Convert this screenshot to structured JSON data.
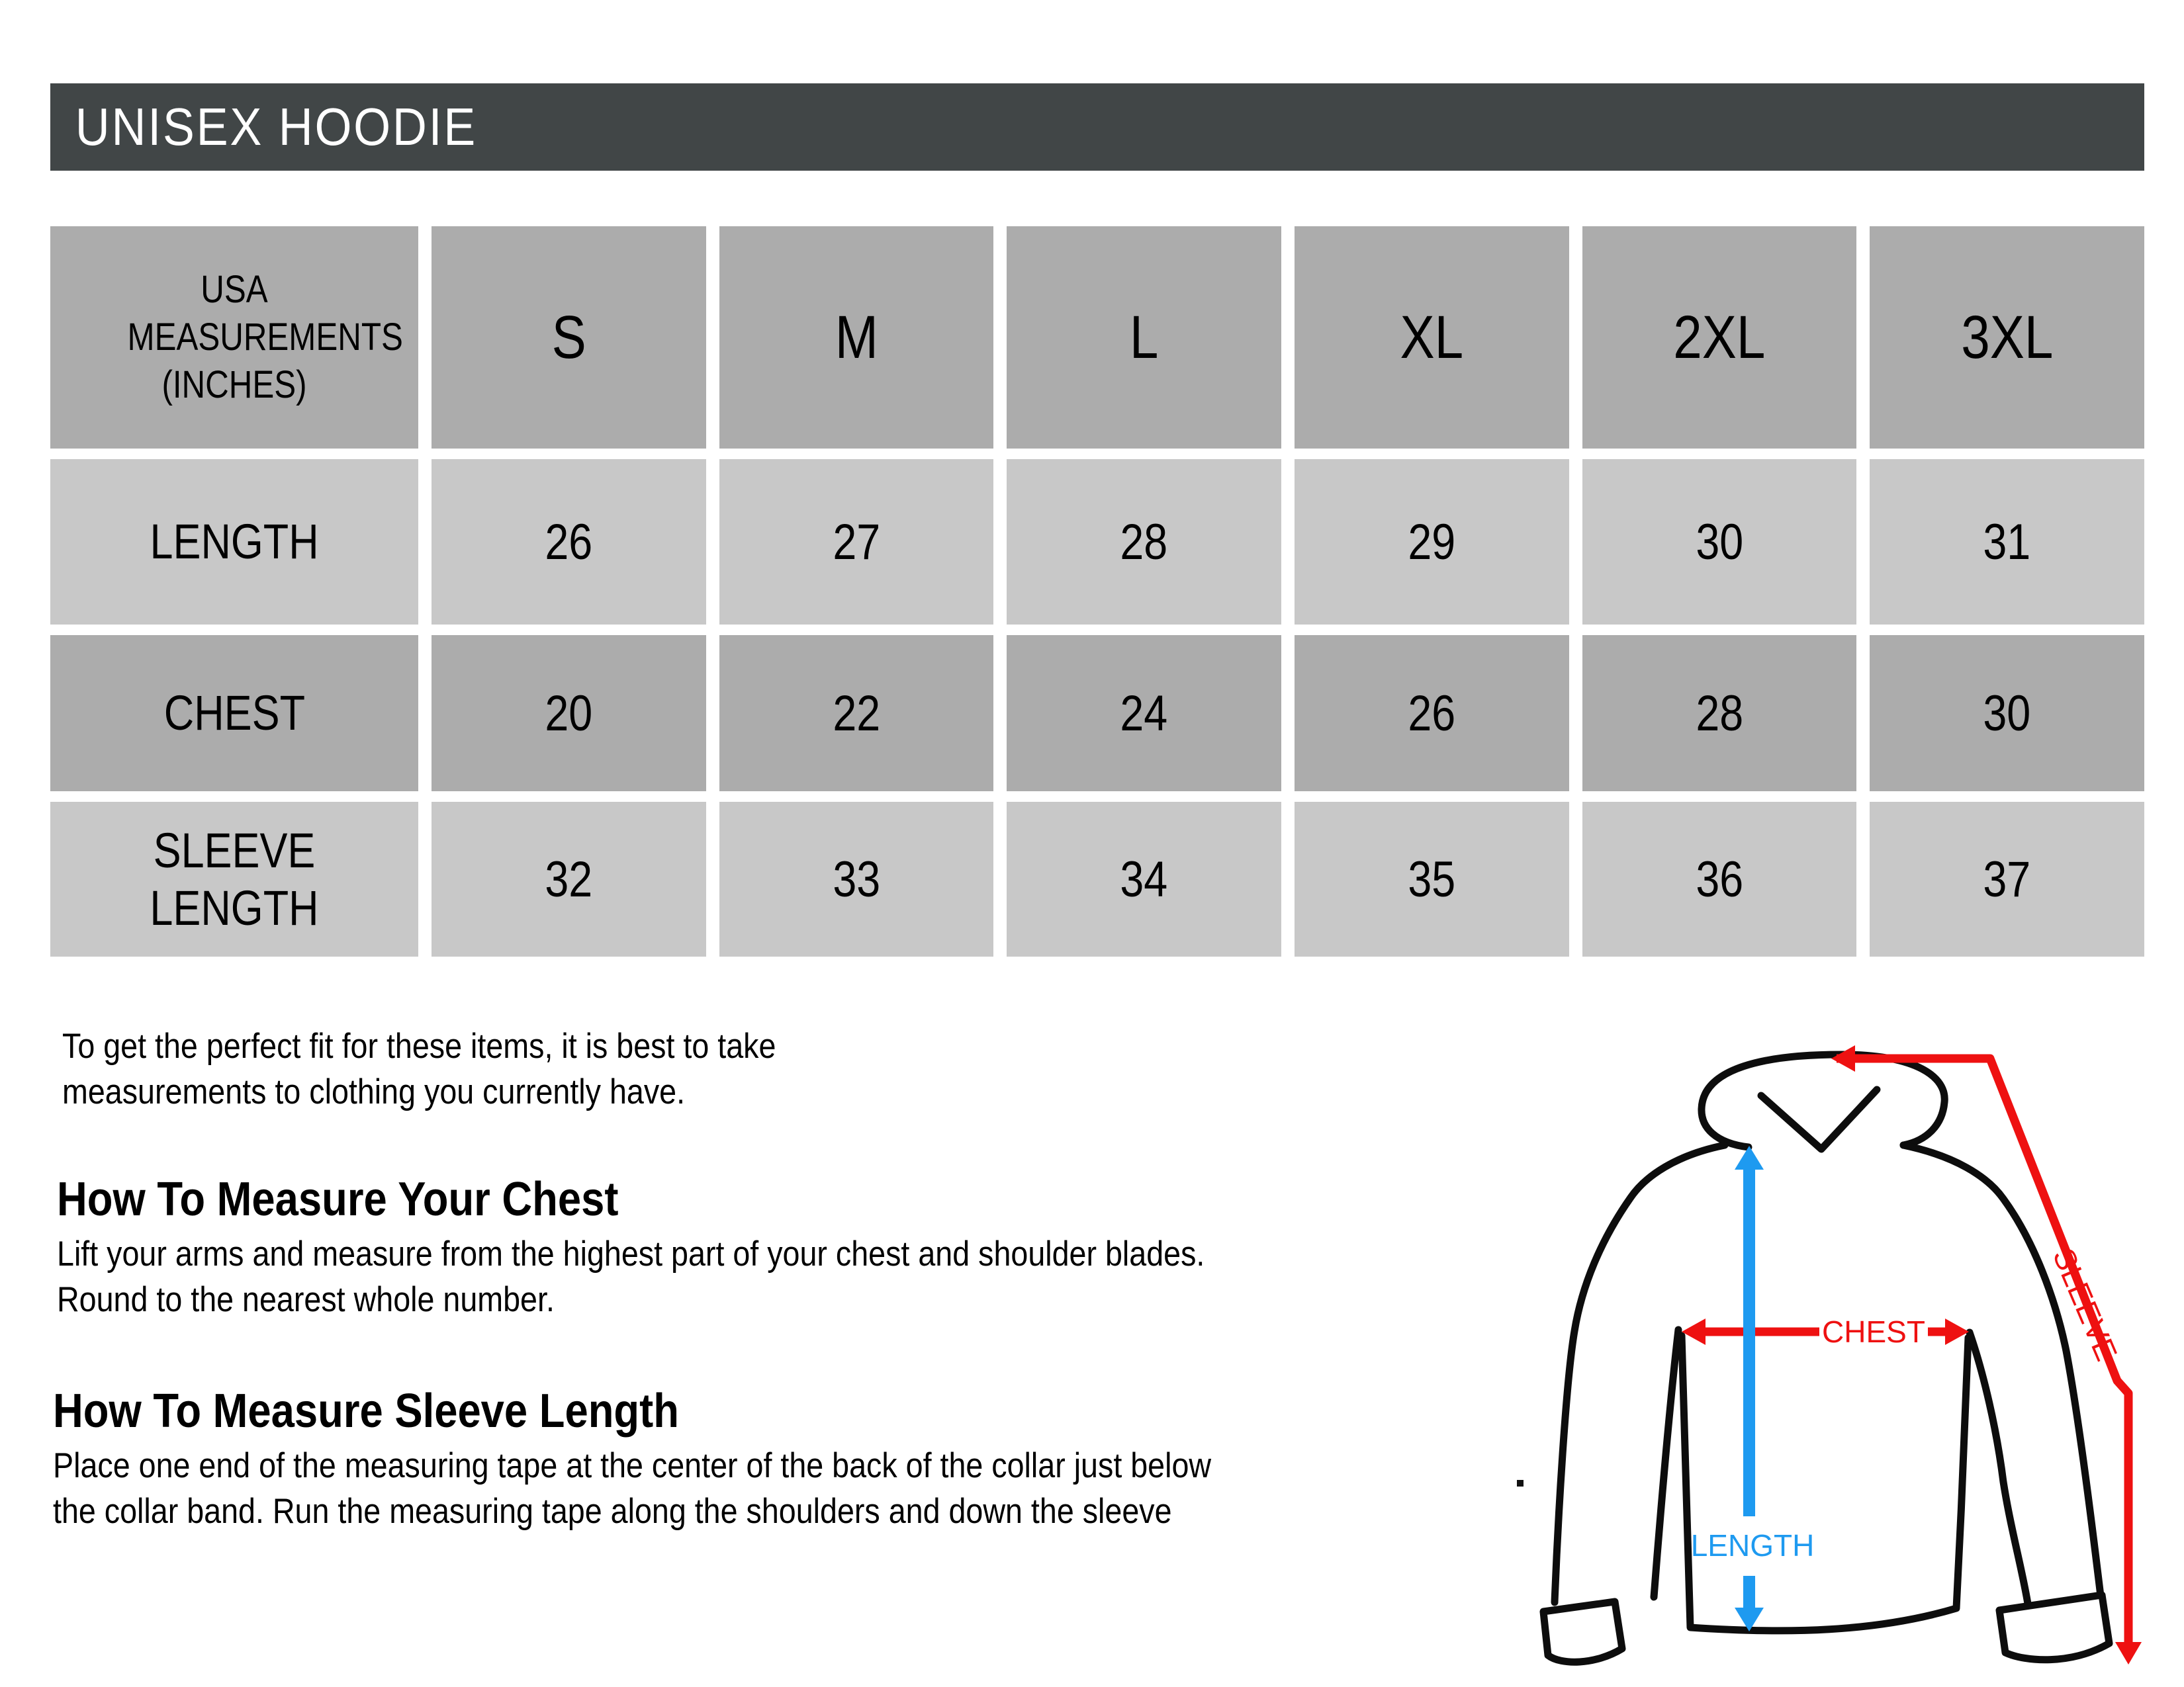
{
  "header": {
    "title": "UNISEX HOODIE",
    "bar_color": "#414647",
    "text_color": "#FFFFFF"
  },
  "size_table": {
    "corner_header": "USA MEASUREMENTS (INCHES)",
    "size_columns": [
      "S",
      "M",
      "L",
      "XL",
      "2XL",
      "3XL"
    ],
    "rows": [
      {
        "label": "LENGTH",
        "values": [
          "26",
          "27",
          "28",
          "29",
          "30",
          "31"
        ]
      },
      {
        "label": "CHEST",
        "values": [
          "20",
          "22",
          "24",
          "26",
          "28",
          "30"
        ]
      },
      {
        "label": "SLEEVE LENGTH",
        "values": [
          "32",
          "33",
          "34",
          "35",
          "36",
          "37"
        ]
      }
    ],
    "dark_row_color": "#ACACAC",
    "light_row_color": "#C8C8C8"
  },
  "notes": {
    "intro_text": "To get the perfect fit for these items, it is best to take\nmeasurements to clothing you currently have.",
    "sections": [
      {
        "heading": "How To Measure Your Chest",
        "body_text": "Lift your arms and measure from the highest part of your chest and shoulder blades.\nRound to the nearest whole number."
      },
      {
        "heading": "How To Measure Sleeve Length",
        "body_text": "Place one end of the measuring tape at the center of the back of the collar just below\nthe collar band. Run the measuring tape along the shoulders and down the sleeve"
      }
    ]
  },
  "diagram": {
    "sleeve_label": "SLEEVE",
    "chest_label": "CHEST",
    "length_label": "LENGTH",
    "outline_color": "#0D0D0D",
    "red_arrow_color": "#EE1111",
    "blue_arrow_color": "#1E9AF0"
  }
}
